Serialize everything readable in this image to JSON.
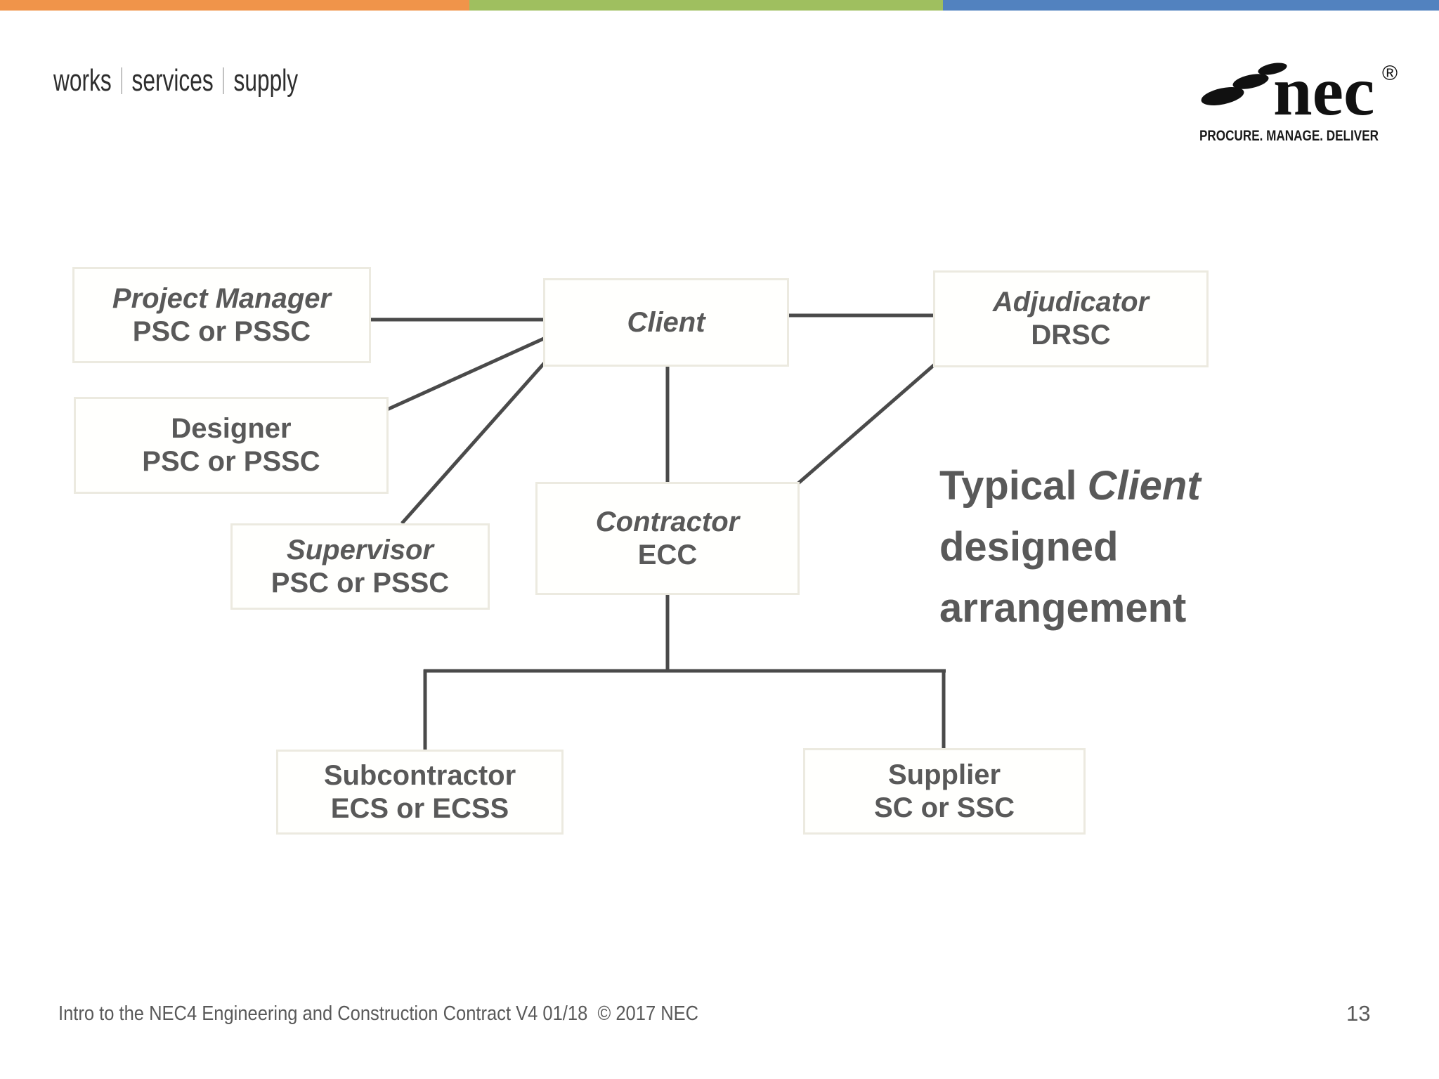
{
  "tagline": {
    "items": [
      "works",
      "services",
      "supply"
    ]
  },
  "logo": {
    "brand": "nec",
    "registered": "®",
    "tagline": "PROCURE. MANAGE. DELIVER"
  },
  "diagram": {
    "nodes": {
      "project_manager": {
        "title": "Project Manager",
        "subtitle": "PSC or PSSC"
      },
      "designer": {
        "title": "Designer",
        "subtitle": "PSC or PSSC"
      },
      "supervisor": {
        "title": "Supervisor",
        "subtitle": "PSC or PSSC"
      },
      "client": {
        "title": "Client"
      },
      "adjudicator": {
        "title": "Adjudicator",
        "subtitle": "DRSC"
      },
      "contractor": {
        "title": "Contractor",
        "subtitle": "ECC"
      },
      "subcontractor": {
        "title": "Subcontractor",
        "subtitle": "ECS or ECSS"
      },
      "supplier": {
        "title": "Supplier",
        "subtitle": "SC or SSC"
      }
    },
    "caption": {
      "word1": "Typical",
      "word2": "Client",
      "line2": "designed",
      "line3": "arrangement"
    }
  },
  "footer": {
    "text": "Intro to the NEC4 Engineering and Construction Contract V4 01/18  © 2017 NEC",
    "page": "13"
  },
  "colors": {
    "bar_orange": "#F0944A",
    "bar_green": "#9FBF5F",
    "bar_blue": "#5282BF",
    "text_gray": "#595959",
    "line_gray": "#4A4A4A",
    "box_border": "#ECEAE0"
  }
}
